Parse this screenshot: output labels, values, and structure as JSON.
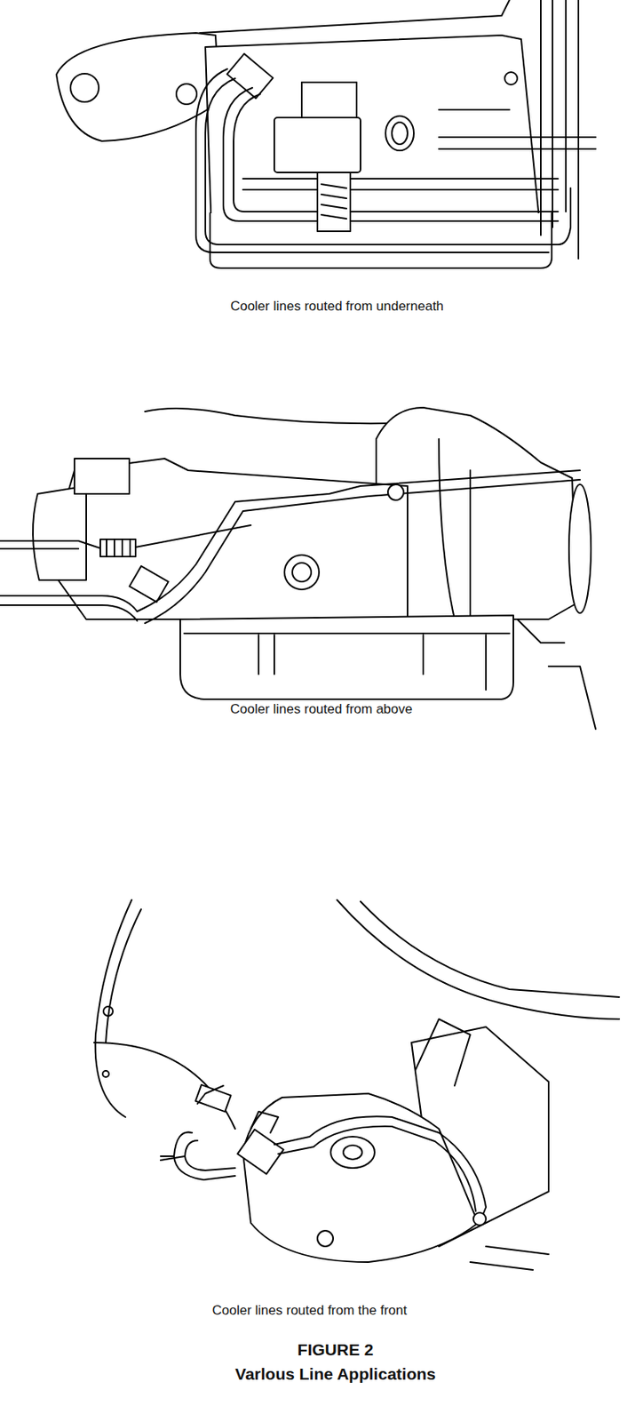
{
  "diagram": {
    "labels": [
      "Cooler lines routed from underneath",
      "Cooler lines routed from above",
      "Cooler lines routed from the front",
      "FIGURE 2",
      "Varlous Line Applications"
    ]
  }
}
